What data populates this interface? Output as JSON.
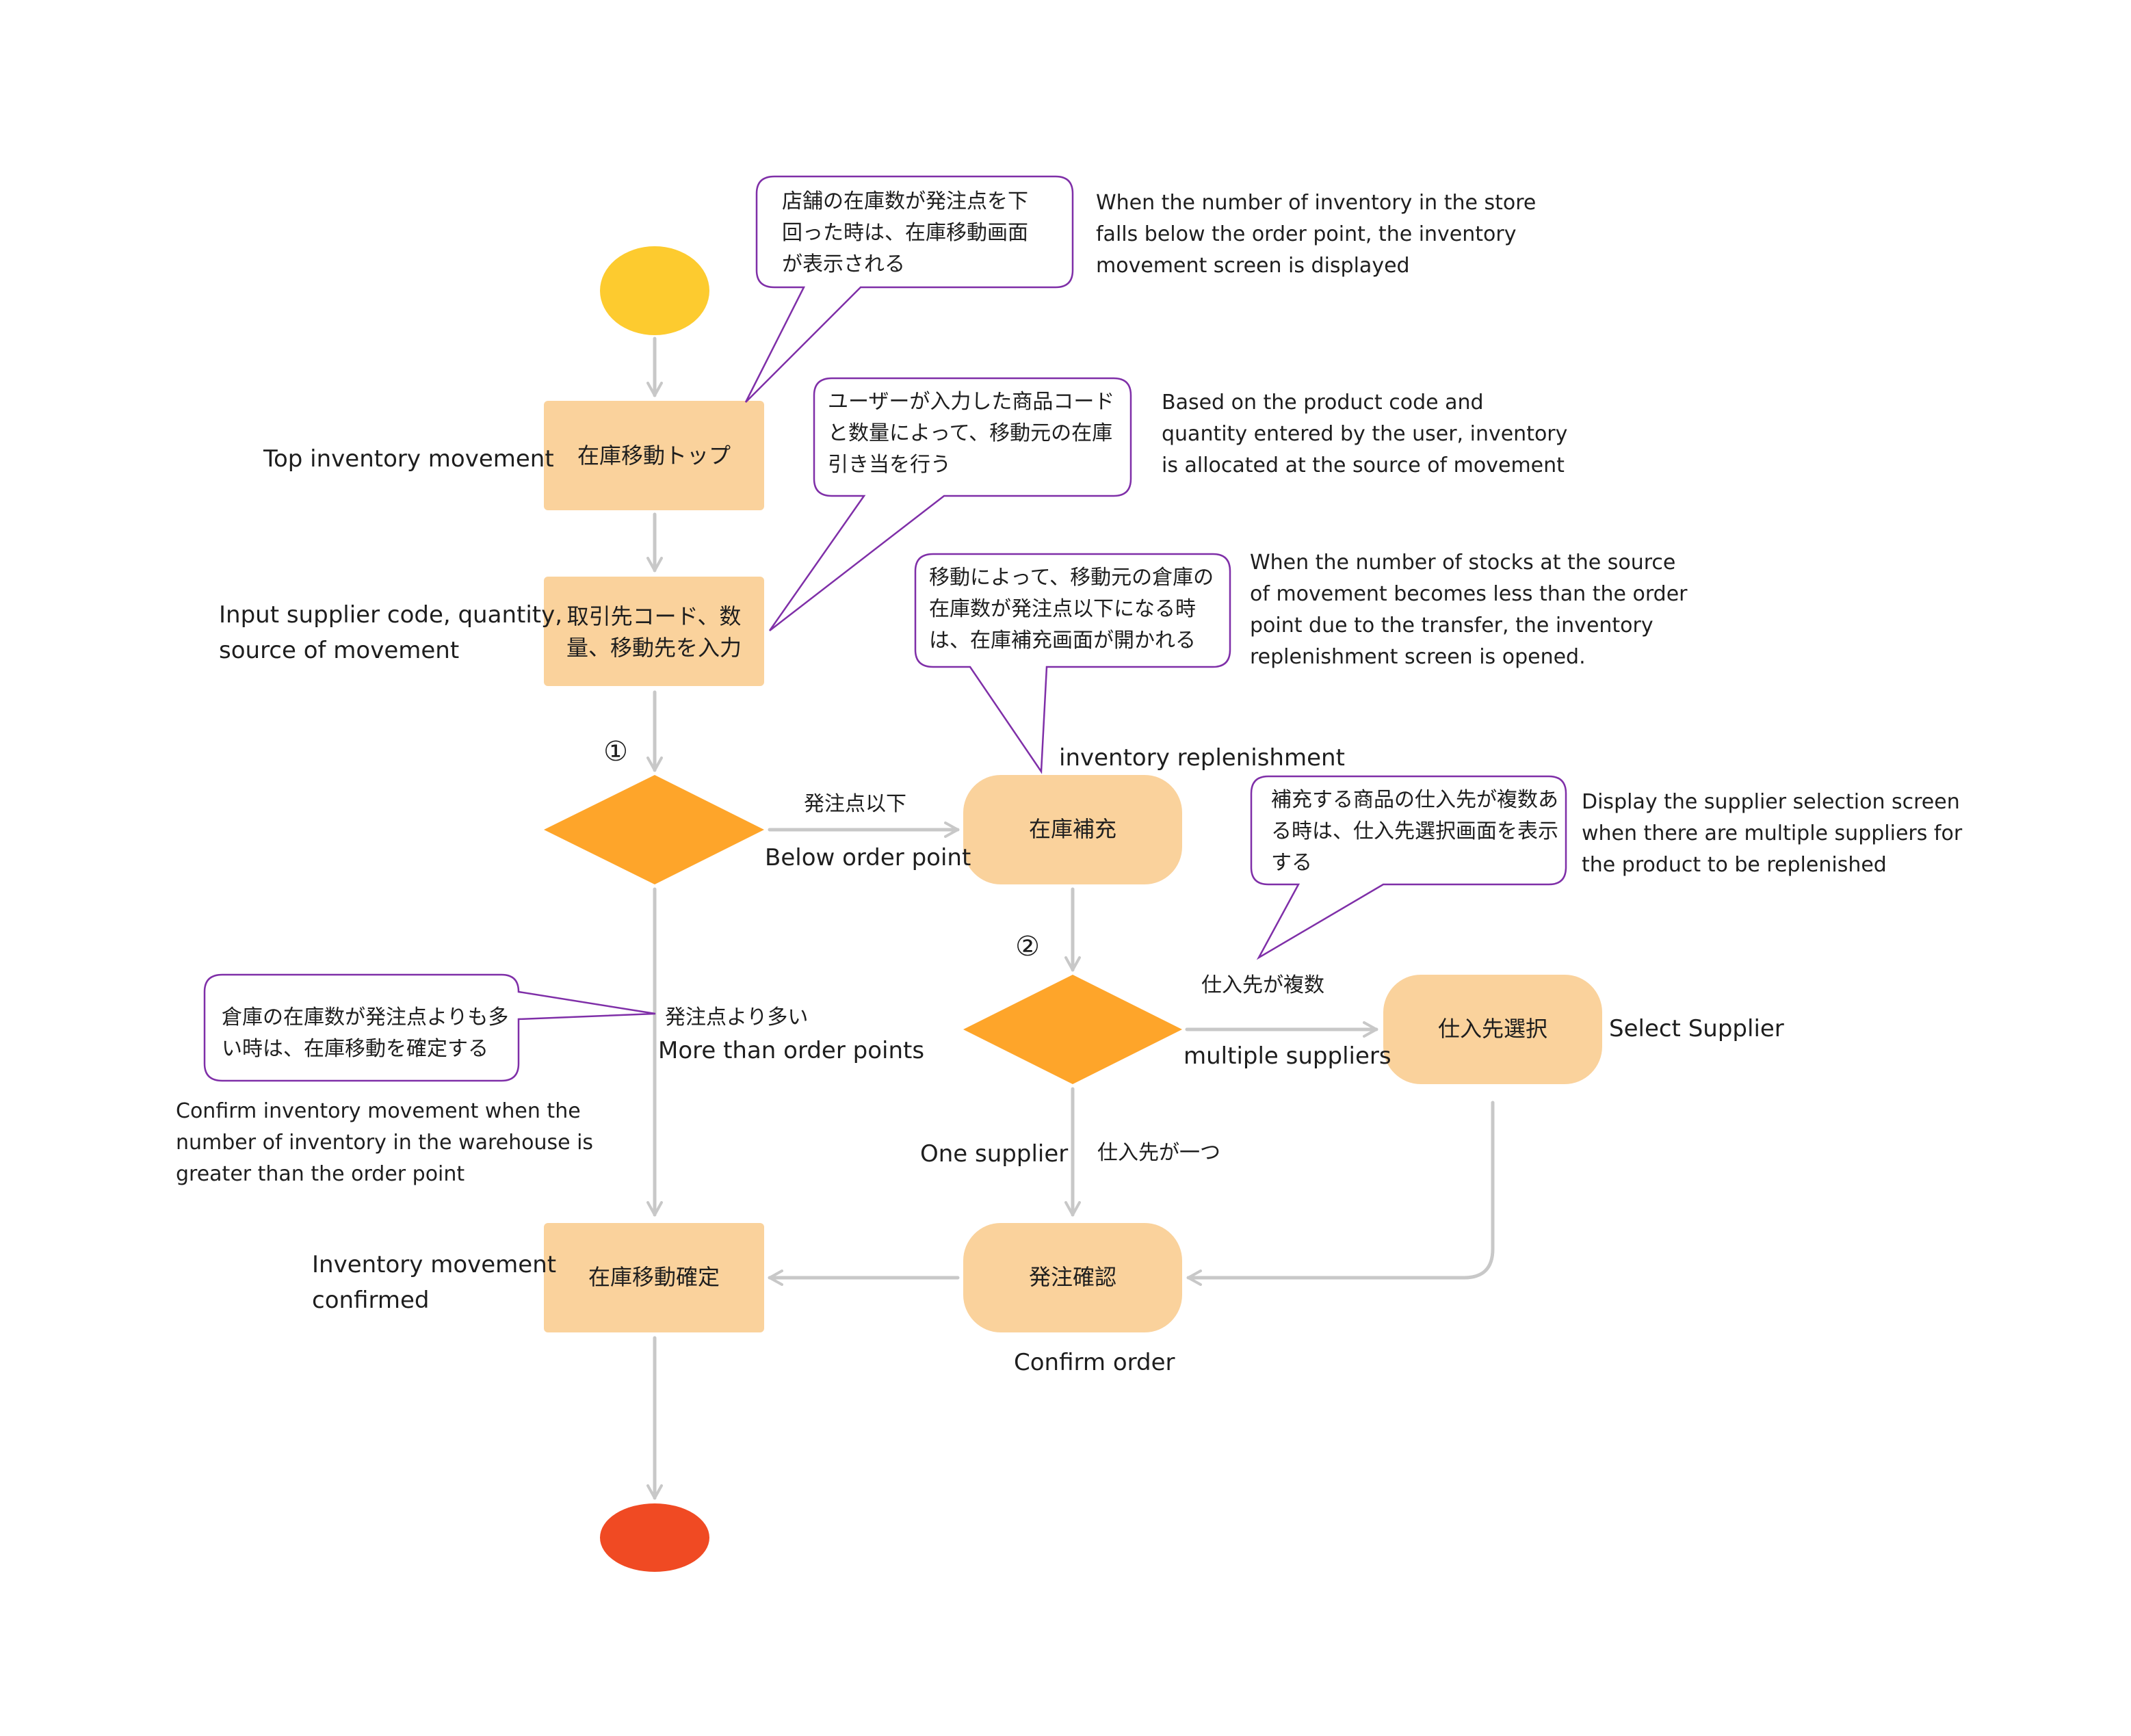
{
  "colors": {
    "start": "#fdcb2f",
    "end": "#f04a23",
    "process": "#fad29c",
    "decision": "#fea52a",
    "arrow": "#c8c8c8",
    "callout_border": "#7f2fa8",
    "text": "#1e1e1e"
  },
  "nodes": {
    "top": {
      "label": "在庫移動トップ",
      "en": "Top inventory movement"
    },
    "input": {
      "label_lines": [
        "取引先コード、数",
        "量、移動先を入力"
      ],
      "en_lines": [
        "Input supplier code, quantity,",
        "source of movement"
      ]
    },
    "replenish": {
      "label": "在庫補充",
      "en": "inventory replenishment"
    },
    "select_supplier": {
      "label": "仕入先選択",
      "en": "Select Supplier"
    },
    "confirm_order": {
      "label": "発注確認",
      "en": "Confirm order"
    },
    "movement_confirmed": {
      "label": "在庫移動確定",
      "en_lines": [
        "Inventory movement",
        "confirmed"
      ]
    }
  },
  "steps": {
    "one": "①",
    "two": "②"
  },
  "edges": {
    "below_order_point": {
      "jp": "発注点以下",
      "en": "Below order point"
    },
    "more_than_order_points": {
      "jp": "発注点より多い",
      "en": "More than order points"
    },
    "multiple_suppliers": {
      "jp": "仕入先が複数",
      "en": "multiple suppliers"
    },
    "one_supplier": {
      "jp": "仕入先が一つ",
      "en": "One supplier"
    }
  },
  "callouts": {
    "c1": {
      "jp_lines": [
        "店舗の在庫数が発注点を下",
        "回った時は、在庫移動画面",
        "が表示される"
      ],
      "en_lines": [
        "When the number of inventory in the store",
        "falls below the order point, the inventory",
        "movement screen is displayed"
      ]
    },
    "c2": {
      "jp_lines": [
        "ユーザーが入力した商品コード",
        "と数量によって、移動元の在庫",
        "引き当を行う"
      ],
      "en_lines": [
        "Based on the product code and",
        "quantity entered by the user, inventory",
        "is allocated at the source of movement"
      ]
    },
    "c3": {
      "jp_lines": [
        "移動によって、移動元の倉庫の",
        "在庫数が発注点以下になる時",
        "は、在庫補充画面が開かれる"
      ],
      "en_lines": [
        "When the number of stocks at the source",
        "of movement becomes less than the order",
        "point due to the transfer, the inventory",
        "replenishment screen is opened."
      ]
    },
    "c4": {
      "jp_lines": [
        "補充する商品の仕入先が複数あ",
        "る時は、仕入先選択画面を表示",
        "する"
      ],
      "en_lines": [
        "Display the supplier selection screen",
        "when there are multiple suppliers for",
        "the product to be replenished"
      ]
    },
    "c5": {
      "jp_lines": [
        "倉庫の在庫数が発注点よりも多",
        "い時は、在庫移動を確定する"
      ],
      "en_lines": [
        "Confirm inventory movement when the",
        "number of inventory in the warehouse is",
        "greater than the order point"
      ]
    }
  }
}
